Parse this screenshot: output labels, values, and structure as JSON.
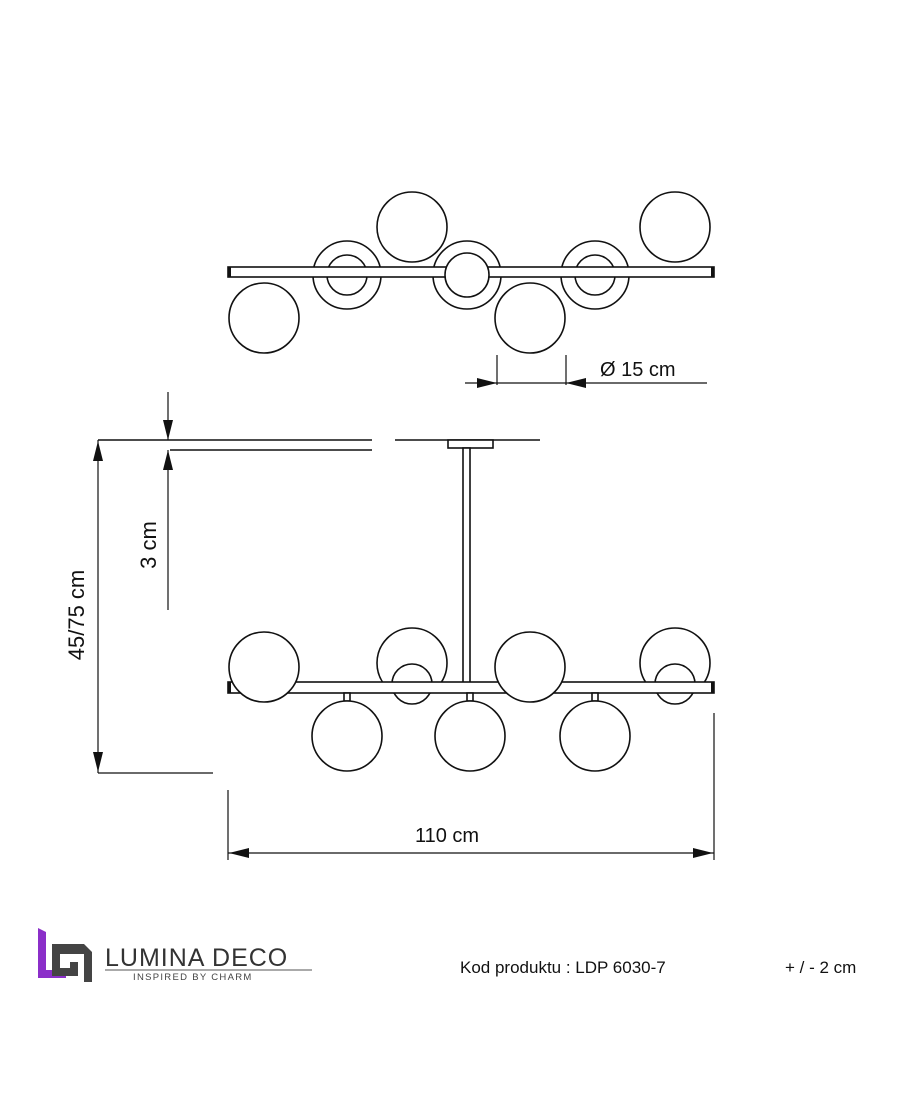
{
  "dimensions": {
    "globe_diameter": "Ø 15 cm",
    "canopy_height": "3 cm",
    "total_height": "45/75 cm",
    "total_width": "110 cm"
  },
  "brand": {
    "name": "LUMINA DECO",
    "tagline": "INSPIRED BY CHARM",
    "accent_color": "#8b2fc9"
  },
  "footer": {
    "product_code": "Kod produktu : LDP 6030-7",
    "tolerance": "+ / - 2 cm"
  }
}
